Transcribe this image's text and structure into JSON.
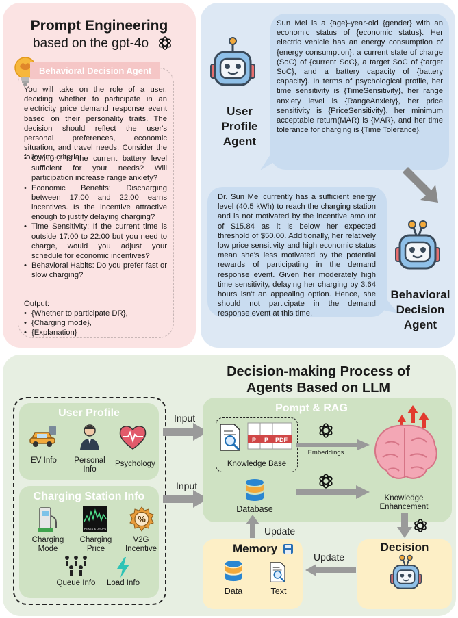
{
  "prompt_panel": {
    "title": "Prompt Engineering",
    "subtitle": "based on the gpt-4o",
    "agent_tag": "Behavioral Decision Agent",
    "intro": "You will take on the role of a user, deciding whether to participate in an electricity price demand response event based on their personality traits. The decision should reflect the user's personal preferences, economic situation, and travel needs. Consider the following criteria:",
    "criteria": [
      "Comfort: Is the current battery level sufficient for your needs? Will participation increase range anxiety?",
      "Economic Benefits: Discharging between 17:00 and 22:00 earns incentives. Is the incentive attractive enough to justify delaying charging?",
      "Time Sensitivity: If the current time is outside 17:00 to 22:00 but you need to charge, would you adjust your schedule for economic incentives?",
      "Behavioral Habits: Do you prefer fast or slow charging?"
    ],
    "output_label": "Output:",
    "outputs": [
      "{Whether to participate DR},",
      "{Charging mode},",
      "{Explanation}"
    ]
  },
  "agents_panel": {
    "user_profile_agent": "User Profile Agent",
    "behavioral_agent": "Behavioral Decision Agent",
    "profile_bubble": "Sun Mei is a {age}-year-old {gender} with an economic status of {economic status}. Her electric vehicle has an energy consumption of {energy consumption}, a current state of charge (SoC) of {current SoC}, a target SoC of {target SoC}, and a battery capacity of {battery capacity}. In terms of psychological profile, her time sensitivity is {TimeSensitivity}, her range anxiety level is {RangeAnxiety}, her price sensitivity is {PriceSensitivity}, her minimum acceptable return(MAR) is {MAR}, and her time tolerance for charging is {Time Tolerance}.",
    "decision_bubble": "Dr. Sun Mei currently has a sufficient energy level (40.5 kWh) to reach the charging station and is not motivated by the incentive amount of $15.84 as it is below her expected threshold of $50.00. Additionally, her relatively low price sensitivity and high economic status mean she's less motivated by the potential rewards of participating in the demand response event. Given her moderately high time sensitivity, delaying her charging by 3.64 hours isn't an appealing option. Hence, she should not participate in the demand response event at this time."
  },
  "process_panel": {
    "title_line1": "Decision-making Process of",
    "title_line2": "Agents Based on LLM",
    "user_profile": {
      "title": "User Profile",
      "items": [
        "EV Info",
        "Personal Info",
        "Psychology"
      ]
    },
    "charging_station": {
      "title": "Charging Station Info",
      "items": [
        "Charging Mode",
        "Charging Price",
        "V2G Incentive",
        "Queue Info",
        "Load Info"
      ],
      "price_icon_text": "PEAKS & DROPS"
    },
    "input_label_1": "Input",
    "input_label_2": "Input",
    "rag": {
      "title": "Pompt & RAG",
      "kb_label": "Knowledge Base",
      "pdf_labels": [
        "P",
        "P",
        "PDF"
      ],
      "embeddings": "Embeddings",
      "database": "Database",
      "knowledge_enh": "Knowledge Enhancement"
    },
    "memory": {
      "title": "Memory",
      "data": "Data",
      "text": "Text"
    },
    "decision": "Decision",
    "update_1": "Update",
    "update_2": "Update"
  },
  "colors": {
    "prompt_bg": "#fbe3e3",
    "agents_bg": "#dde8f4",
    "process_bg": "#e7efe2",
    "green_box": "#cfe2c3",
    "memory_bg": "#fdefc6",
    "bubble": "#c9dcf0",
    "tag_bg": "#f5c6c6"
  }
}
